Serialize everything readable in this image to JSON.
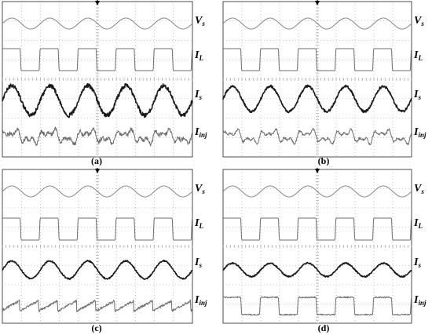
{
  "chart_data": [
    {
      "type": "line",
      "caption": "(a)",
      "series": [
        {
          "name": "V_s",
          "waveform": "sine",
          "cycles": 5,
          "color": "#8c8c8c"
        },
        {
          "name": "I_L",
          "waveform": "square",
          "cycles": 5,
          "color": "#6e6e6e"
        },
        {
          "name": "I_s",
          "waveform": "sine",
          "cycles": 5,
          "color": "#1a1a1a",
          "relative_amplitude": 1.0,
          "noise": "high"
        },
        {
          "name": "I_inj",
          "waveform": "distorted",
          "cycles": 5,
          "color": "#6e6e6e",
          "noise": "high"
        }
      ],
      "grid": true
    },
    {
      "type": "line",
      "caption": "(b)",
      "series": [
        {
          "name": "V_s",
          "waveform": "sine",
          "cycles": 5,
          "color": "#8c8c8c"
        },
        {
          "name": "I_L",
          "waveform": "square",
          "cycles": 5,
          "color": "#6e6e6e"
        },
        {
          "name": "I_s",
          "waveform": "sine",
          "cycles": 5,
          "color": "#1a1a1a",
          "relative_amplitude": 0.85,
          "noise": "medium"
        },
        {
          "name": "I_inj",
          "waveform": "distorted",
          "cycles": 5,
          "color": "#6e6e6e",
          "noise": "medium"
        }
      ],
      "grid": true
    },
    {
      "type": "line",
      "caption": "(c)",
      "series": [
        {
          "name": "V_s",
          "waveform": "sine",
          "cycles": 5,
          "color": "#8c8c8c"
        },
        {
          "name": "I_L",
          "waveform": "square",
          "cycles": 5,
          "color": "#6e6e6e"
        },
        {
          "name": "I_s",
          "waveform": "sine",
          "cycles": 5,
          "color": "#1a1a1a",
          "relative_amplitude": 0.6,
          "noise": "low"
        },
        {
          "name": "I_inj",
          "waveform": "sawtooth",
          "cycles": 5,
          "color": "#6e6e6e",
          "noise": "medium"
        }
      ],
      "grid": true
    },
    {
      "type": "line",
      "caption": "(d)",
      "series": [
        {
          "name": "V_s",
          "waveform": "sine",
          "cycles": 5,
          "color": "#8c8c8c"
        },
        {
          "name": "I_L",
          "waveform": "square",
          "cycles": 5,
          "color": "#6e6e6e"
        },
        {
          "name": "I_s",
          "waveform": "sine",
          "cycles": 5,
          "color": "#1a1a1a",
          "relative_amplitude": 0.45,
          "noise": "low"
        },
        {
          "name": "I_inj",
          "waveform": "square",
          "cycles": 5,
          "color": "#6e6e6e",
          "noise": "low"
        }
      ],
      "grid": true
    }
  ],
  "labels": {
    "vs_main": "V",
    "vs_sub": "s",
    "il_main": "I",
    "il_sub": "L",
    "is_main": "I",
    "is_sub": "s",
    "iinj_main": "I",
    "iinj_sub": "inj"
  },
  "captions": [
    "(a)",
    "(b)",
    "(c)",
    "(d)"
  ]
}
